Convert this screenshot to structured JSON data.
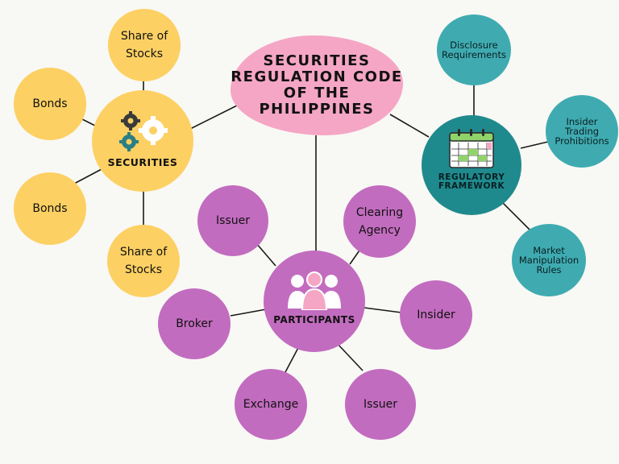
{
  "title": "SECURITIES\nREGULATION CODE\nOF THE\nPHILIPPINES",
  "hubs": {
    "securities": "SECURITIES",
    "participants": "PARTICIPANTS",
    "regulatory": "REGULATORY\nFRAMEWORK"
  },
  "securities_items": [
    "Share of\nStocks",
    "Bonds",
    "Bonds",
    "Share of\nStocks"
  ],
  "participants_items": [
    "Issuer",
    "Clearing\nAgency",
    "Broker",
    "Insider",
    "Exchange",
    "Issuer"
  ],
  "regulatory_items": [
    "Disclosure\nRequirements",
    "Insider\nTrading\nProhibitions",
    "Market\nManipulation\nRules"
  ],
  "colors": {
    "background": "#f8f8f4",
    "title_blob": "#f5a6c4",
    "securities": "#fcd063",
    "participants": "#c26cbf",
    "regulatory_hub": "#1f8a8d",
    "regulatory_leaf": "#3fabb1"
  },
  "icons": {
    "securities": "gears-icon",
    "participants": "people-group-icon",
    "regulatory": "calendar-icon"
  }
}
